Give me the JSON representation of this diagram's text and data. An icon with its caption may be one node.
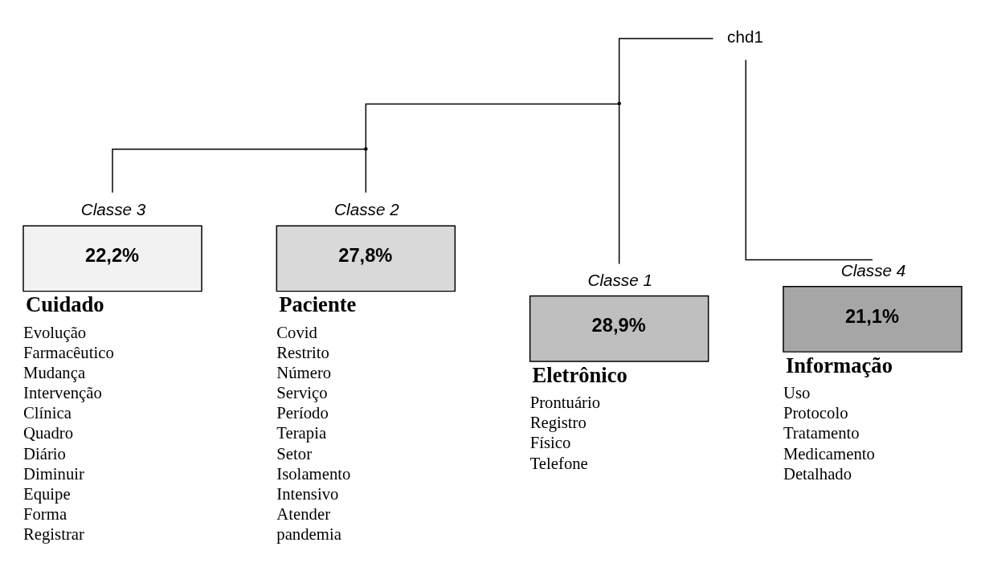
{
  "diagram": {
    "nodes": [
      {
        "text": [
          "chd1"
        ]
      },
      {
        "text": [],
        "shape": "point"
      },
      {
        "text": [],
        "shape": "point"
      },
      {
        "text": [
          "Classe 3",
          "22,2%"
        ],
        "beside": [
          "Cuidado",
          "Evolução",
          "Farmacêutico",
          "Mudança",
          "Intervenção",
          "Clínica",
          "Quadro",
          "Diário",
          "Diminuir",
          "Equipe",
          "Forma",
          "Registrar"
        ]
      },
      {
        "text": [
          "Classe 2",
          "27,8%"
        ],
        "beside": [
          "Paciente",
          "Covid",
          "Restrito",
          "Número",
          "Serviço",
          "Período",
          "Terapia",
          "Setor",
          "Isolamento",
          "Intensivo",
          "Atender",
          "pandemia"
        ]
      },
      {
        "text": [
          "Classe 1",
          "28,9%"
        ],
        "beside": [
          "Eletrônico",
          "Prontuário",
          "Registro",
          "Físico",
          "Telefone"
        ]
      },
      {
        "text": [
          "Classe 4",
          "21,1%"
        ],
        "beside": [
          "Informação",
          "Uso",
          "Protocolo",
          "Tratamento",
          "Medicamento",
          "Detalhado"
        ]
      }
    ],
    "edges": [
      {
        "from": 0,
        "to": 1,
        "arrow": "none"
      },
      {
        "from": 0,
        "to": 6,
        "arrow": "none"
      },
      {
        "from": 1,
        "to": 2,
        "arrow": "none"
      },
      {
        "from": 1,
        "to": 5,
        "arrow": "none"
      },
      {
        "from": 2,
        "to": 3,
        "arrow": "none"
      },
      {
        "from": 2,
        "to": 4,
        "arrow": "none"
      }
    ]
  }
}
